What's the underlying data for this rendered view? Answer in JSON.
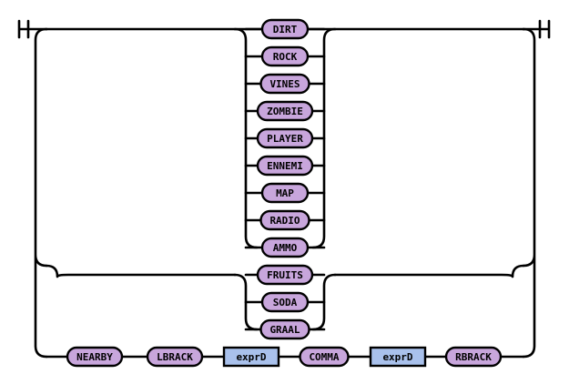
{
  "diagram": {
    "group_a": [
      "DIRT",
      "ROCK",
      "VINES",
      "ZOMBIE",
      "PLAYER",
      "ENNEMI",
      "MAP",
      "RADIO",
      "AMMO"
    ],
    "group_b": [
      "FRUITS",
      "SODA",
      "GRAAL"
    ],
    "sequence": [
      {
        "label": "NEARBY",
        "kind": "terminal"
      },
      {
        "label": "LBRACK",
        "kind": "terminal"
      },
      {
        "label": "exprD",
        "kind": "nonterminal"
      },
      {
        "label": "COMMA",
        "kind": "terminal"
      },
      {
        "label": "exprD",
        "kind": "nonterminal"
      },
      {
        "label": "RBRACK",
        "kind": "terminal"
      }
    ]
  }
}
